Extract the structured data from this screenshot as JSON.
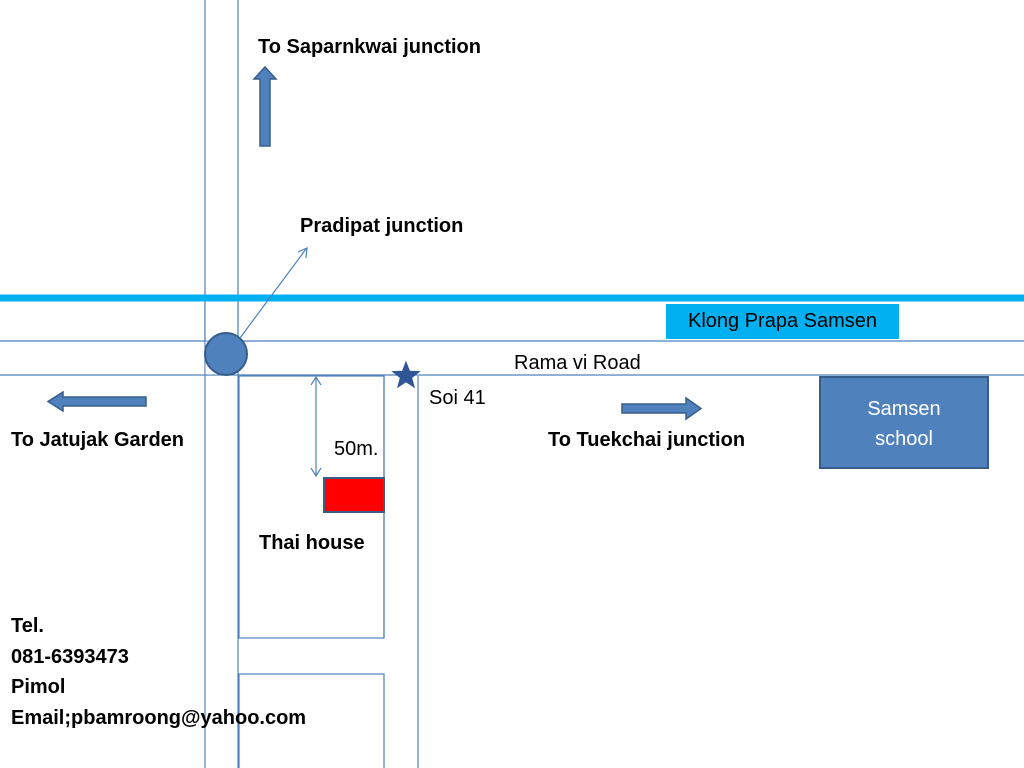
{
  "map": {
    "labels": {
      "to_saparnkwai": "To Saparnkwai junction",
      "pradipat": "Pradipat junction",
      "rama_vi": "Rama vi Road",
      "soi_41": "Soi 41",
      "to_jatujak": "To Jatujak Garden",
      "to_tuekchai": "To Tuekchai junction",
      "distance": "50m.",
      "thai_house": "Thai house"
    },
    "canal": {
      "label": "Klong Prapa Samsen"
    },
    "school": {
      "line1": "Samsen",
      "line2": "school"
    },
    "contact": {
      "line1": "Tel.",
      "phone": "081-6393473",
      "name": "Pimol",
      "email": "Email;pbamroong@yahoo.com"
    },
    "icons": {
      "star": "star-icon",
      "junction": "circle-marker",
      "arrows": [
        "arrow-up-icon",
        "arrow-left-icon",
        "arrow-right-icon"
      ]
    },
    "colors": {
      "road": "#4f81bd",
      "canal": "#00b0f0",
      "arrow_fill": "#4f81bd",
      "arrow_stroke": "#385d8a",
      "school_fill": "#4f81bd",
      "house_fill": "#ff0000",
      "star_fill": "#2f5597"
    }
  }
}
